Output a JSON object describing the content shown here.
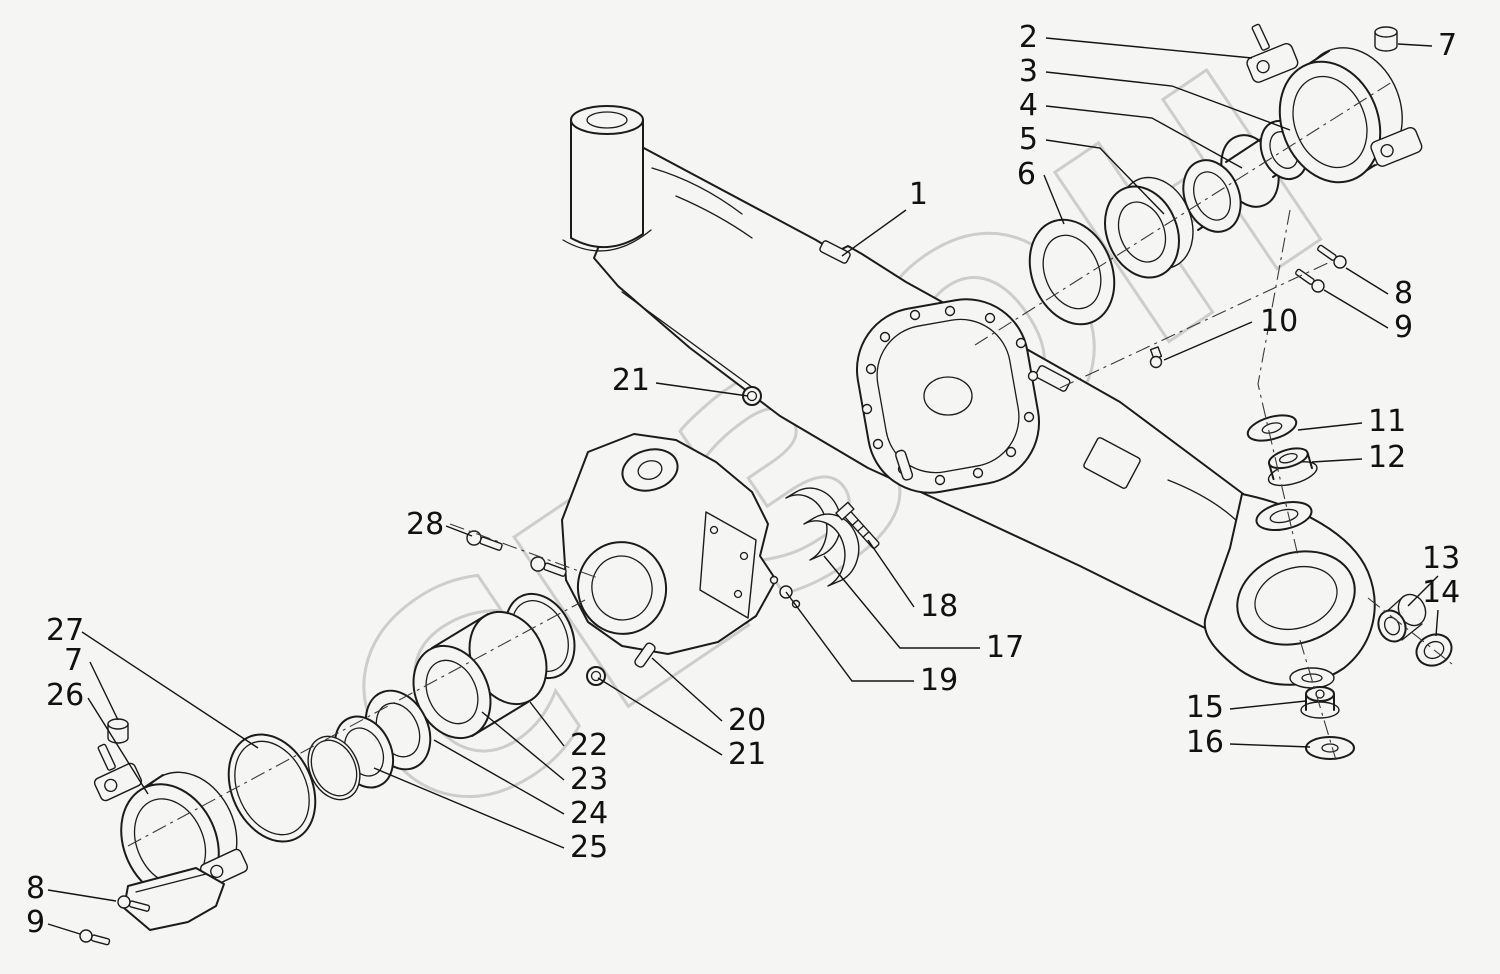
{
  "colors": {
    "background": "#f5f5f3",
    "line": "#1b1b1b",
    "watermark": "#c9c9c7",
    "label": "#111111"
  },
  "watermark": {
    "text": "СЕЗОН"
  },
  "callouts": {
    "n1": "1",
    "n2": "2",
    "n3": "3",
    "n4": "4",
    "n5": "5",
    "n6": "6",
    "n7_right": "7",
    "n7_left": "7",
    "n8_right": "8",
    "n8_left": "8",
    "n9_right": "9",
    "n9_left": "9",
    "n10": "10",
    "n11": "11",
    "n12": "12",
    "n13": "13",
    "n14": "14",
    "n15": "15",
    "n16": "16",
    "n17": "17",
    "n18": "18",
    "n19": "19",
    "n20": "20",
    "n21_upper": "21",
    "n21_lower": "21",
    "n22": "22",
    "n23": "23",
    "n24": "24",
    "n25": "25",
    "n26": "26",
    "n27": "27",
    "n28": "28"
  }
}
